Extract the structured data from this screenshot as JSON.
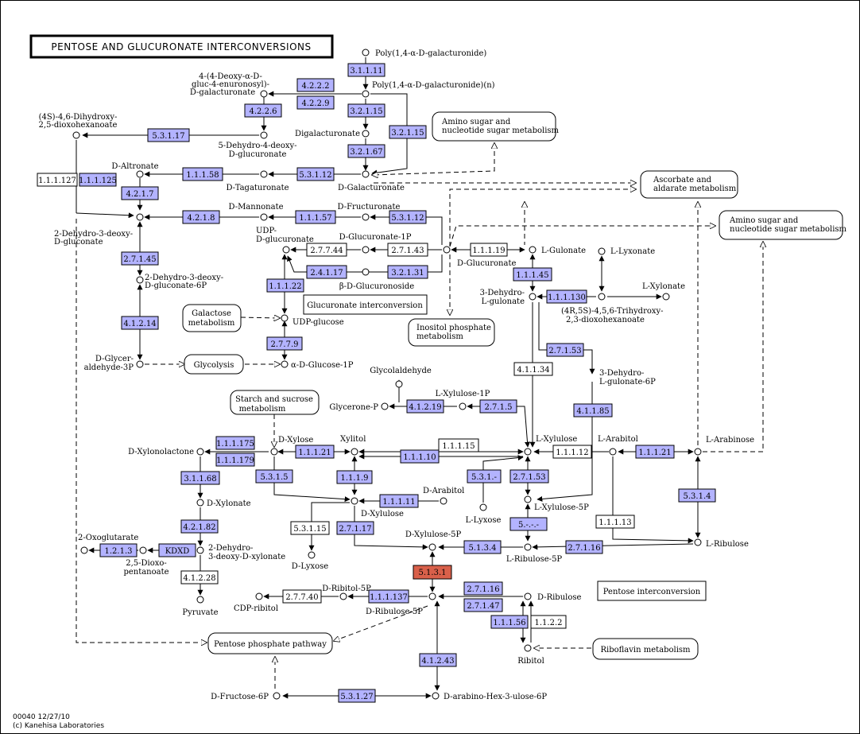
{
  "title": "PENTOSE AND GLUCURONATE INTERCONVERSIONS",
  "footer": {
    "line1": "00040 12/27/10",
    "line2": "(c) Kanehisa Laboratories"
  },
  "colors": {
    "enzyme_present": "#b3b3ff",
    "enzyme_absent": "#ffffff",
    "enzyme_highlight": "#d9604a",
    "line": "#000000"
  },
  "compounds": [
    {
      "id": "poly-gal",
      "label": "Poly(1,4-α-D-galacturonide)"
    },
    {
      "id": "poly-gal-n",
      "label": "Poly(1,4-α-D-galacturonide)(n)"
    },
    {
      "id": "deoxy-gal-1",
      "label": "4-(4-Deoxy-α-D-"
    },
    {
      "id": "deoxy-gal-2",
      "label": "gluc-4-enuronosyl)-"
    },
    {
      "id": "deoxy-gal-3",
      "label": "D-galacturonate"
    },
    {
      "id": "dihydroxy-1",
      "label": "(4S)-4,6-Dihydroxy-"
    },
    {
      "id": "dihydroxy-2",
      "label": "2,5-dioxohexanoate"
    },
    {
      "id": "dehydro-deoxy-glucuronate-1",
      "label": "5-Dehydro-4-deoxy-"
    },
    {
      "id": "dehydro-deoxy-glucuronate-2",
      "label": "D-glucuronate"
    },
    {
      "id": "digalacturonate",
      "label": "Digalacturonate"
    },
    {
      "id": "d-altronate",
      "label": "D-Altronate"
    },
    {
      "id": "d-tagaturonate",
      "label": "D-Tagaturonate"
    },
    {
      "id": "d-galacturonate",
      "label": "D-Galacturonate"
    },
    {
      "id": "d-mannonate",
      "label": "D-Mannonate"
    },
    {
      "id": "d-fructuronate",
      "label": "D-Fructuronate"
    },
    {
      "id": "kdg-1",
      "label": "2-Dehydro-3-deoxy-"
    },
    {
      "id": "kdg-2",
      "label": "D-gluconate"
    },
    {
      "id": "udp-glucuronate-1",
      "label": "UDP-"
    },
    {
      "id": "udp-glucuronate-2",
      "label": "D-glucuronate"
    },
    {
      "id": "d-glucuronate-1p",
      "label": "D-Glucuronate-1P"
    },
    {
      "id": "d-glucuronate",
      "label": "D-Glucuronate"
    },
    {
      "id": "l-gulonate",
      "label": "L-Gulonate"
    },
    {
      "id": "l-lyxonate",
      "label": "L-Lyxonate"
    },
    {
      "id": "b-d-glucuronoside",
      "label": "β-D-Glucuronoside"
    },
    {
      "id": "kdg6p-1",
      "label": "2-Dehydro-3-deoxy-"
    },
    {
      "id": "kdg6p-2",
      "label": "D-gluconate-6P"
    },
    {
      "id": "udp-glucose",
      "label": "UDP-glucose"
    },
    {
      "id": "dehydro-gulonate-1",
      "label": "3-Dehydro-"
    },
    {
      "id": "dehydro-gulonate-2",
      "label": "L-gulonate"
    },
    {
      "id": "l-xylonate",
      "label": "L-Xylonate"
    },
    {
      "id": "trihydroxy-1",
      "label": "(4R,5S)-4,5,6-Trihydroxy-"
    },
    {
      "id": "trihydroxy-2",
      "label": "2,3-dioxohexanoate"
    },
    {
      "id": "glyceraldehyde-1",
      "label": "D-Glycer-"
    },
    {
      "id": "glyceraldehyde-2",
      "label": "aldehyde-3P"
    },
    {
      "id": "a-d-glucose-1p",
      "label": "α-D-Glucose-1P"
    },
    {
      "id": "dehydro-gulonate6p-1",
      "label": "3-Dehydro-"
    },
    {
      "id": "dehydro-gulonate6p-2",
      "label": "L-gulonate-6P"
    },
    {
      "id": "glycolaldehyde",
      "label": "Glycolaldehyde"
    },
    {
      "id": "l-xylulose-1p",
      "label": "L-Xylulose-1P"
    },
    {
      "id": "glycerone-p",
      "label": "Glycerone-P"
    },
    {
      "id": "d-xylose",
      "label": "D-Xylose"
    },
    {
      "id": "xylitol",
      "label": "Xylitol"
    },
    {
      "id": "l-xylulose",
      "label": "L-Xylulose"
    },
    {
      "id": "l-arabitol",
      "label": "L-Arabitol"
    },
    {
      "id": "l-arabinose",
      "label": "L-Arabinose"
    },
    {
      "id": "d-xylonolactone",
      "label": "D-Xylonolactone"
    },
    {
      "id": "d-xylonate",
      "label": "D-Xylonate"
    },
    {
      "id": "d-arabitol",
      "label": "D-Arabitol"
    },
    {
      "id": "d-xylulose",
      "label": "D-Xylulose"
    },
    {
      "id": "l-lyxose",
      "label": "L-Lyxose"
    },
    {
      "id": "l-xylulose-5p",
      "label": "L-Xylulose-5P"
    },
    {
      "id": "oxoglutarate",
      "label": "2-Oxoglutarate"
    },
    {
      "id": "dioxopentanoate-1",
      "label": "2,5-Dioxo-"
    },
    {
      "id": "dioxopentanoate-2",
      "label": "pentanoate"
    },
    {
      "id": "dehydro-xylonate-1",
      "label": "2-Dehydro-"
    },
    {
      "id": "dehydro-xylonate-2",
      "label": "3-deoxy-D-xylonate"
    },
    {
      "id": "d-lyxose",
      "label": "D-Lyxose"
    },
    {
      "id": "d-xylulose-5p",
      "label": "D-Xylulose-5P"
    },
    {
      "id": "l-ribulose-5p",
      "label": "L-Ribulose-5P"
    },
    {
      "id": "l-ribulose",
      "label": "L-Ribulose"
    },
    {
      "id": "pyruvate",
      "label": "Pyruvate"
    },
    {
      "id": "d-ribitol-5p",
      "label": "D-Ribitol-5P"
    },
    {
      "id": "cdp-ribitol",
      "label": "CDP-ribitol"
    },
    {
      "id": "d-ribulose-5p",
      "label": "D-Ribulose-5P"
    },
    {
      "id": "d-ribulose",
      "label": "D-Ribulose"
    },
    {
      "id": "ribitol",
      "label": "Ribitol"
    },
    {
      "id": "d-fructose-6p",
      "label": "D-Fructose-6P"
    },
    {
      "id": "d-arabino-hex",
      "label": "D-arabino-Hex-3-ulose-6P"
    }
  ],
  "enzymes": [
    {
      "label": "3.1.1.11",
      "state": "present"
    },
    {
      "label": "4.2.2.2",
      "state": "present"
    },
    {
      "label": "4.2.2.9",
      "state": "present"
    },
    {
      "label": "3.2.1.15",
      "state": "present"
    },
    {
      "label": "3.2.1.15",
      "state": "present"
    },
    {
      "label": "4.2.2.6",
      "state": "present"
    },
    {
      "label": "5.3.1.17",
      "state": "present"
    },
    {
      "label": "3.2.1.67",
      "state": "present"
    },
    {
      "label": "1.1.1.127",
      "state": "absent"
    },
    {
      "label": "1.1.1.125",
      "state": "present"
    },
    {
      "label": "1.1.1.58",
      "state": "present"
    },
    {
      "label": "5.3.1.12",
      "state": "present"
    },
    {
      "label": "4.2.1.7",
      "state": "present"
    },
    {
      "label": "4.2.1.8",
      "state": "present"
    },
    {
      "label": "1.1.1.57",
      "state": "present"
    },
    {
      "label": "5.3.1.12",
      "state": "present"
    },
    {
      "label": "2.7.7.44",
      "state": "absent"
    },
    {
      "label": "2.7.1.43",
      "state": "absent"
    },
    {
      "label": "1.1.1.19",
      "state": "absent"
    },
    {
      "label": "2.4.1.17",
      "state": "present"
    },
    {
      "label": "3.2.1.31",
      "state": "present"
    },
    {
      "label": "2.7.1.45",
      "state": "present"
    },
    {
      "label": "1.1.1.22",
      "state": "present"
    },
    {
      "label": "1.1.1.45",
      "state": "present"
    },
    {
      "label": "1.1.1.130",
      "state": "present"
    },
    {
      "label": "4.1.2.14",
      "state": "present"
    },
    {
      "label": "2.7.7.9",
      "state": "present"
    },
    {
      "label": "2.7.1.53",
      "state": "present"
    },
    {
      "label": "4.1.1.34",
      "state": "absent"
    },
    {
      "label": "4.1.1.85",
      "state": "present"
    },
    {
      "label": "4.1.2.19",
      "state": "present"
    },
    {
      "label": "2.7.1.5",
      "state": "present"
    },
    {
      "label": "1.1.1.175",
      "state": "present"
    },
    {
      "label": "1.1.1.179",
      "state": "present"
    },
    {
      "label": "1.1.1.21",
      "state": "present"
    },
    {
      "label": "1.1.1.15",
      "state": "absent"
    },
    {
      "label": "1.1.1.10",
      "state": "present"
    },
    {
      "label": "1.1.1.12",
      "state": "absent"
    },
    {
      "label": "1.1.1.21",
      "state": "present"
    },
    {
      "label": "3.1.1.68",
      "state": "present"
    },
    {
      "label": "5.3.1.5",
      "state": "present"
    },
    {
      "label": "1.1.1.9",
      "state": "present"
    },
    {
      "label": "5.3.1.-",
      "state": "present"
    },
    {
      "label": "2.7.1.53",
      "state": "present"
    },
    {
      "label": "5.3.1.4",
      "state": "present"
    },
    {
      "label": "1.1.1.11",
      "state": "present"
    },
    {
      "label": "5.3.1.15",
      "state": "absent"
    },
    {
      "label": "2.7.1.17",
      "state": "present"
    },
    {
      "label": "5.-.-.-",
      "state": "present"
    },
    {
      "label": "1.1.1.13",
      "state": "absent"
    },
    {
      "label": "4.2.1.82",
      "state": "present"
    },
    {
      "label": "1.2.1.3",
      "state": "present"
    },
    {
      "label": "KDXD",
      "state": "present"
    },
    {
      "label": "5.1.3.4",
      "state": "present"
    },
    {
      "label": "2.7.1.16",
      "state": "present"
    },
    {
      "label": "4.1.2.28",
      "state": "absent"
    },
    {
      "label": "5.1.3.1",
      "state": "highlight"
    },
    {
      "label": "2.7.7.40",
      "state": "absent"
    },
    {
      "label": "1.1.1.137",
      "state": "present"
    },
    {
      "label": "2.7.1.16",
      "state": "present"
    },
    {
      "label": "2.7.1.47",
      "state": "present"
    },
    {
      "label": "1.1.1.56",
      "state": "present"
    },
    {
      "label": "1.1.2.2",
      "state": "absent"
    },
    {
      "label": "4.1.2.43",
      "state": "present"
    },
    {
      "label": "5.3.1.27",
      "state": "present"
    }
  ],
  "maps": [
    {
      "label": "Amino sugar and",
      "label2": "nucleotide sugar metabolism"
    },
    {
      "label": "Ascorbate and",
      "label2": "aldarate metabolism"
    },
    {
      "label": "Amino sugar and",
      "label2": "nucleotide sugar metabolism"
    },
    {
      "label": "Galactose",
      "label2": "metabolism"
    },
    {
      "label": "Inositol phosphate",
      "label2": "metabolism"
    },
    {
      "label": "Glycolysis",
      "label2": ""
    },
    {
      "label": "Starch and sucrose",
      "label2": "metabolism"
    },
    {
      "label": "Pentose phosphate pathway",
      "label2": ""
    },
    {
      "label": "Riboflavin metabolism",
      "label2": ""
    }
  ],
  "notes": [
    {
      "label": "Glucuronate interconversion"
    },
    {
      "label": "Pentose interconversion"
    }
  ]
}
